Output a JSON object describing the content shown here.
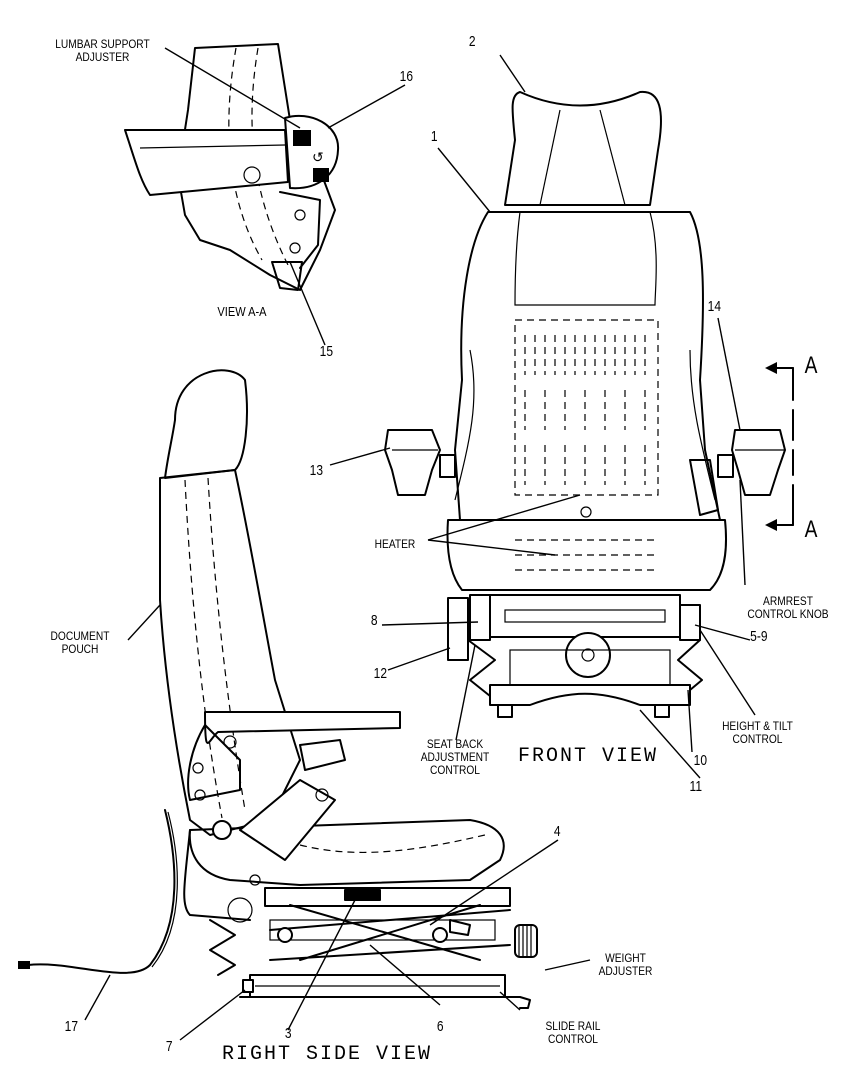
{
  "views": {
    "front": "FRONT VIEW",
    "side": "RIGHT SIDE VIEW",
    "detail": "VIEW A-A"
  },
  "labels": {
    "lumbar": [
      "LUMBAR SUPPORT",
      "ADJUSTER"
    ],
    "heater": "HEATER",
    "armrest_knob": [
      "ARMREST",
      "CONTROL KNOB"
    ],
    "height_tilt": [
      "HEIGHT & TILT",
      "CONTROL"
    ],
    "seat_back": [
      "SEAT BACK",
      "ADJUSTMENT",
      "CONTROL"
    ],
    "document_pouch": [
      "DOCUMENT",
      "POUCH"
    ],
    "weight_adjuster": [
      "WEIGHT",
      "ADJUSTER"
    ],
    "slide_rail": [
      "SLIDE RAIL",
      "CONTROL"
    ]
  },
  "section_marks": [
    "A",
    "A"
  ],
  "callouts": {
    "c1": "1",
    "c2": "2",
    "c3": "3",
    "c4": "4",
    "c5_9": "5-9",
    "c6": "6",
    "c7": "7",
    "c8": "8",
    "c10": "10",
    "c11": "11",
    "c12": "12",
    "c13": "13",
    "c14": "14",
    "c15": "15",
    "c16": "16",
    "c17": "17"
  }
}
